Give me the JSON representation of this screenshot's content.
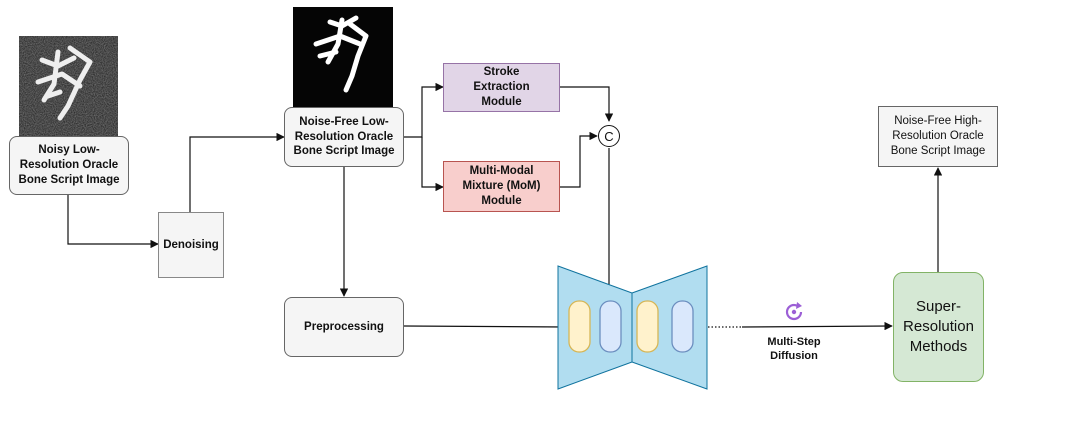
{
  "nodes": {
    "noisy_input": "Noisy Low-Resolution Oracle Bone Script Image",
    "denoising": "Denoising",
    "noise_free_low": "Noise-Free Low-Resolution Oracle Bone Script Image",
    "stroke_extraction": "Stroke Extraction Module",
    "mom": "Multi-Modal Mixture (MoM) Module",
    "concat_symbol": "C",
    "preprocessing": "Preprocessing",
    "multi_step_diffusion": "Multi-Step Diffusion",
    "super_resolution": "Super-Resolution Methods",
    "noise_free_high": "Noise-Free High-Resolution Oracle Bone Script Image"
  },
  "colors": {
    "gray_fill": "#f5f5f5",
    "gray_border": "#666666",
    "stroke_fill": "#e1d5e7",
    "stroke_border": "#9673a6",
    "mom_fill": "#f8cecc",
    "mom_border": "#b85450",
    "unet_fill": "#b1ddf0",
    "unet_border": "#10739e",
    "yellow_block": "#fff2cc",
    "yellow_border": "#d6b656",
    "blue_block": "#dae8fc",
    "blue_border": "#6c8ebf",
    "sr_fill": "#d5e8d4",
    "sr_border": "#82b366",
    "diffusion_icon": "#9c5fd6"
  },
  "icons": [
    "noisy-glyph-image",
    "clean-glyph-image",
    "cycle-icon"
  ]
}
